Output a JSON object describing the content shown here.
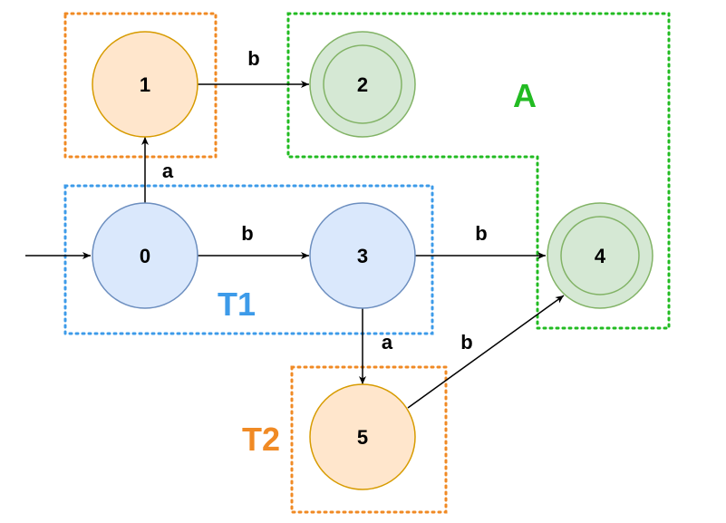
{
  "colors": {
    "blue_fill": "#dae8fc",
    "blue_stroke": "#6c8ebf",
    "orange_fill": "#ffe6cc",
    "orange_stroke": "#d79b00",
    "green_fill": "#d5e8d4",
    "green_stroke": "#82b366",
    "group_blue": "#3d9be9",
    "group_orange": "#f08a24",
    "group_green": "#22bb22",
    "edge": "#000000"
  },
  "states": [
    {
      "id": "0",
      "label": "0",
      "type": "start",
      "color": "blue"
    },
    {
      "id": "1",
      "label": "1",
      "type": "normal",
      "color": "orange"
    },
    {
      "id": "2",
      "label": "2",
      "type": "accepting",
      "color": "green"
    },
    {
      "id": "3",
      "label": "3",
      "type": "normal",
      "color": "blue"
    },
    {
      "id": "4",
      "label": "4",
      "type": "accepting",
      "color": "green"
    },
    {
      "id": "5",
      "label": "5",
      "type": "normal",
      "color": "orange"
    }
  ],
  "transitions": [
    {
      "from": "0",
      "to": "1",
      "label": "a"
    },
    {
      "from": "1",
      "to": "2",
      "label": "b"
    },
    {
      "from": "0",
      "to": "3",
      "label": "b"
    },
    {
      "from": "3",
      "to": "4",
      "label": "b"
    },
    {
      "from": "3",
      "to": "5",
      "label": "a"
    },
    {
      "from": "5",
      "to": "4",
      "label": "b"
    }
  ],
  "groups": [
    {
      "id": "T1",
      "label": "T1",
      "color": "blue"
    },
    {
      "id": "T2",
      "label": "T2",
      "color": "orange"
    },
    {
      "id": "A",
      "label": "A",
      "color": "green"
    }
  ]
}
